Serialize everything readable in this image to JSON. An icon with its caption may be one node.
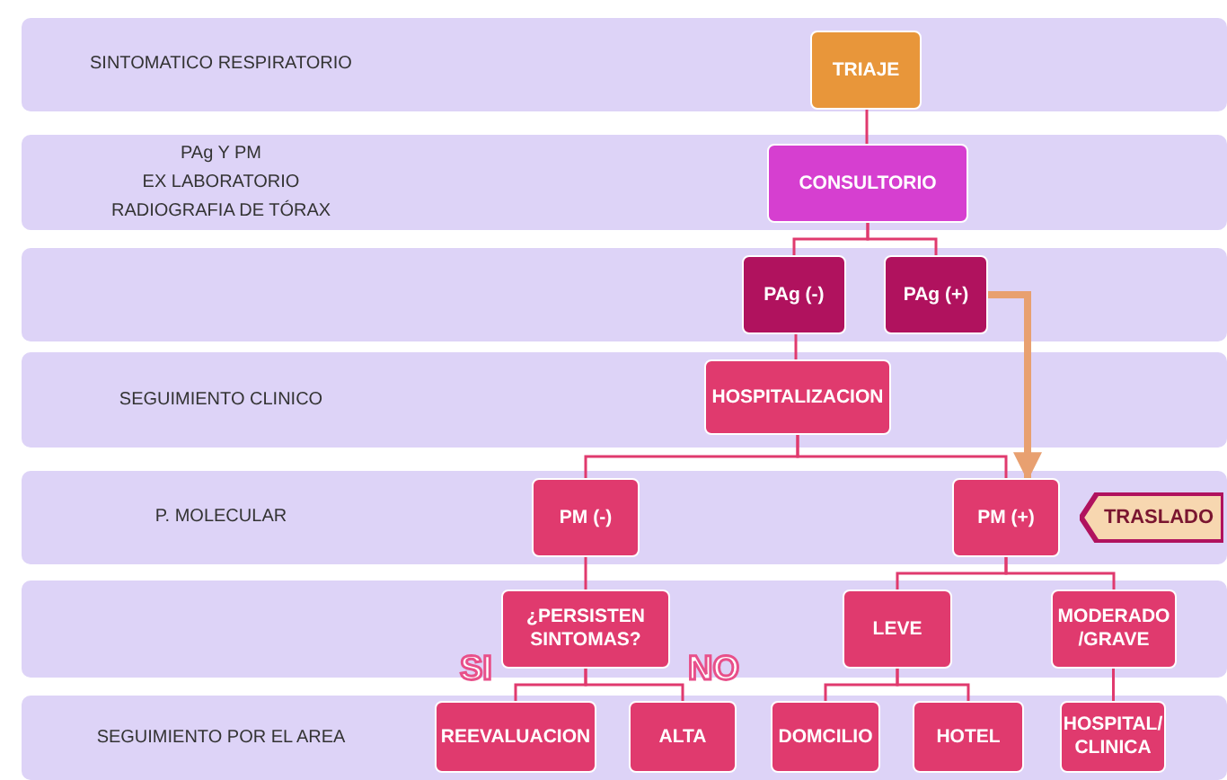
{
  "diagram": {
    "nodes": [
      {
        "text": [
          "SINTOMATICO RESPIRATORIO"
        ]
      },
      {
        "text": [
          "TRIAJE"
        ],
        "in": 0
      },
      {
        "text": [
          "PAg Y PM",
          "EX LABORATORIO",
          "RADIOGRAFIA DE TÓRAX"
        ]
      },
      {
        "text": [
          "CONSULTORIO"
        ],
        "in": 2
      },
      {
        "text": [],
        "shape": "band"
      },
      {
        "text": [
          "PAg (-)"
        ],
        "in": 4
      },
      {
        "text": [
          "PAg (+)"
        ],
        "in": 4
      },
      {
        "text": [
          "SEGUIMIENTO CLINICO"
        ]
      },
      {
        "text": [
          "HOSPITALIZACION"
        ],
        "in": 7
      },
      {
        "text": [
          "P. MOLECULAR"
        ]
      },
      {
        "text": [
          "PM (-)"
        ],
        "in": 9
      },
      {
        "text": [
          "PM (+)"
        ],
        "in": 9
      },
      {
        "text": [
          "TRASLADO"
        ],
        "in": 9
      },
      {
        "text": [],
        "shape": "band"
      },
      {
        "text": [
          "¿PERSISTEN SINTOMAS?"
        ],
        "in": 13
      },
      {
        "text": [
          "LEVE"
        ],
        "in": 13
      },
      {
        "text": [
          "MODERADO /GRAVE"
        ],
        "in": 13
      },
      {
        "text": [
          "SEGUIMIENTO POR EL AREA"
        ]
      },
      {
        "text": [
          "REEVALUACION"
        ],
        "in": 17
      },
      {
        "text": [
          "ALTA"
        ],
        "in": 17
      },
      {
        "text": [
          "DOMCILIO"
        ],
        "in": 17
      },
      {
        "text": [
          "HOTEL"
        ],
        "in": 17
      },
      {
        "text": [
          "HOSPITAL/ CLINICA"
        ],
        "in": 17
      }
    ],
    "edges": [
      {
        "from": 1,
        "to": 3,
        "arrow": "none"
      },
      {
        "from": 3,
        "to": 5,
        "arrow": "none"
      },
      {
        "from": 3,
        "to": 6,
        "arrow": "none"
      },
      {
        "from": 5,
        "to": 8,
        "arrow": "none"
      },
      {
        "from": 8,
        "to": 10,
        "arrow": "none"
      },
      {
        "from": 8,
        "to": 11,
        "arrow": "none"
      },
      {
        "from": 6,
        "to": 11,
        "arrow": "to",
        "style": "thick",
        "color": "#e8a070"
      },
      {
        "from": 10,
        "to": 14,
        "arrow": "none"
      },
      {
        "from": 11,
        "to": 15,
        "arrow": "none"
      },
      {
        "from": 11,
        "to": 16,
        "arrow": "none"
      },
      {
        "from": 14,
        "to": 18,
        "label": "SI",
        "arrow": "none"
      },
      {
        "from": 14,
        "to": 19,
        "label": "NO",
        "arrow": "none"
      },
      {
        "from": 15,
        "to": 20,
        "arrow": "none"
      },
      {
        "from": 15,
        "to": 21,
        "arrow": "none"
      },
      {
        "from": 16,
        "to": 22,
        "arrow": "none"
      }
    ]
  }
}
